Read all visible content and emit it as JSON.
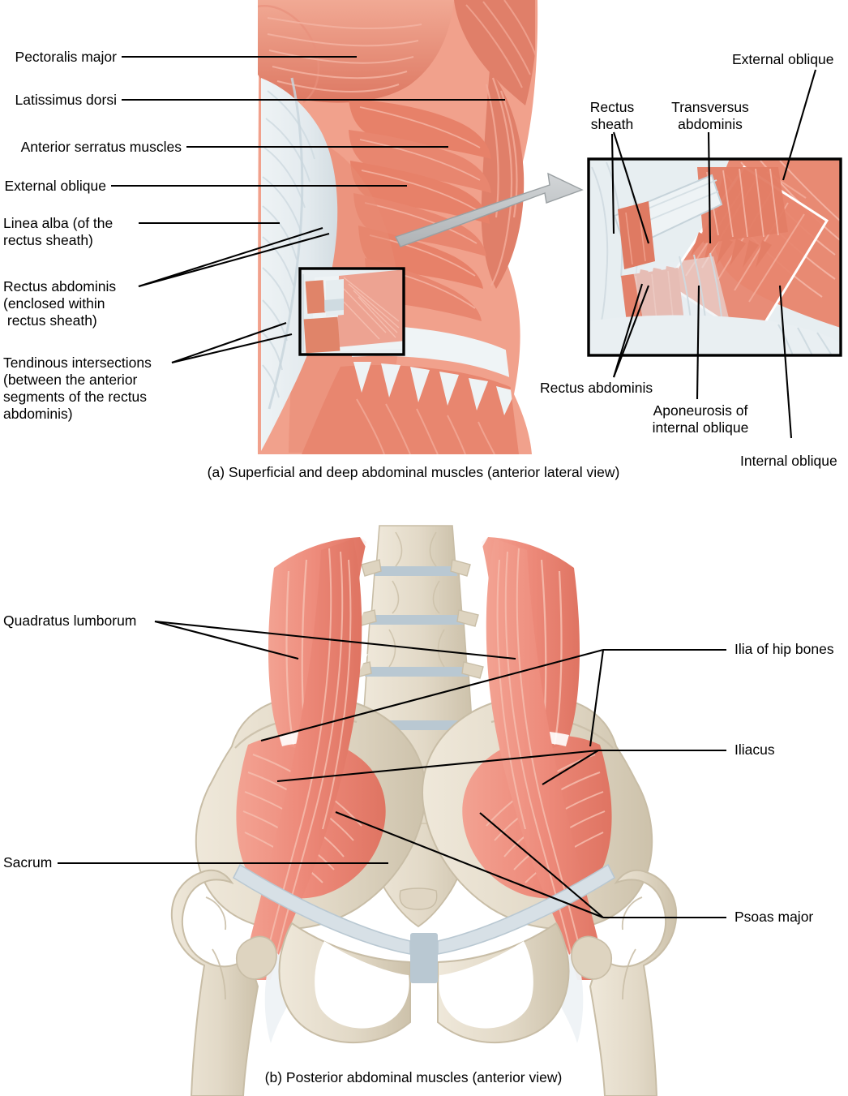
{
  "figure": {
    "panels": [
      {
        "id": "panel-a",
        "caption": "(a) Superficial and deep abdominal muscles (anterior lateral view)",
        "left_labels": [
          {
            "text": "Pectoralis major"
          },
          {
            "text": "Latissimus dorsi"
          },
          {
            "text": "Anterior serratus muscles"
          },
          {
            "text": "External oblique"
          },
          {
            "text": "Linea alba (of the\nrectus sheath)"
          },
          {
            "text": "Rectus abdominis\n(enclosed within\n rectus sheath)"
          },
          {
            "text": "Tendinous intersections\n(between the anterior\nsegments of the rectus\nabdominis)"
          }
        ],
        "inset_labels": [
          {
            "text": "External oblique"
          },
          {
            "text": "Rectus\nsheath"
          },
          {
            "text": "Transversus\nabdominis"
          },
          {
            "text": "Rectus abdominis"
          },
          {
            "text": "Aponeurosis of\ninternal oblique"
          },
          {
            "text": "Internal oblique"
          }
        ]
      },
      {
        "id": "panel-b",
        "caption": "(b) Posterior abdominal muscles (anterior view)",
        "left_labels": [
          {
            "text": "Quadratus lumborum"
          },
          {
            "text": "Sacrum"
          }
        ],
        "right_labels": [
          {
            "text": "Ilia of hip bones"
          },
          {
            "text": "Iliacus"
          },
          {
            "text": "Psoas major"
          }
        ]
      }
    ]
  },
  "colors": {
    "muscle": "#e8866f",
    "muscle_dark": "#d9705a",
    "muscle_light": "#f0a392",
    "muscle_pink": "#ed8a7a",
    "fascia": "#e6ecef",
    "fascia_dark": "#cdd8dd",
    "bone": "#e2d9c7",
    "bone_dark": "#cabfa8",
    "cartilage": "#b9c8d2",
    "arrow": "#b8bcbe",
    "line": "#000000",
    "background": "#ffffff"
  }
}
